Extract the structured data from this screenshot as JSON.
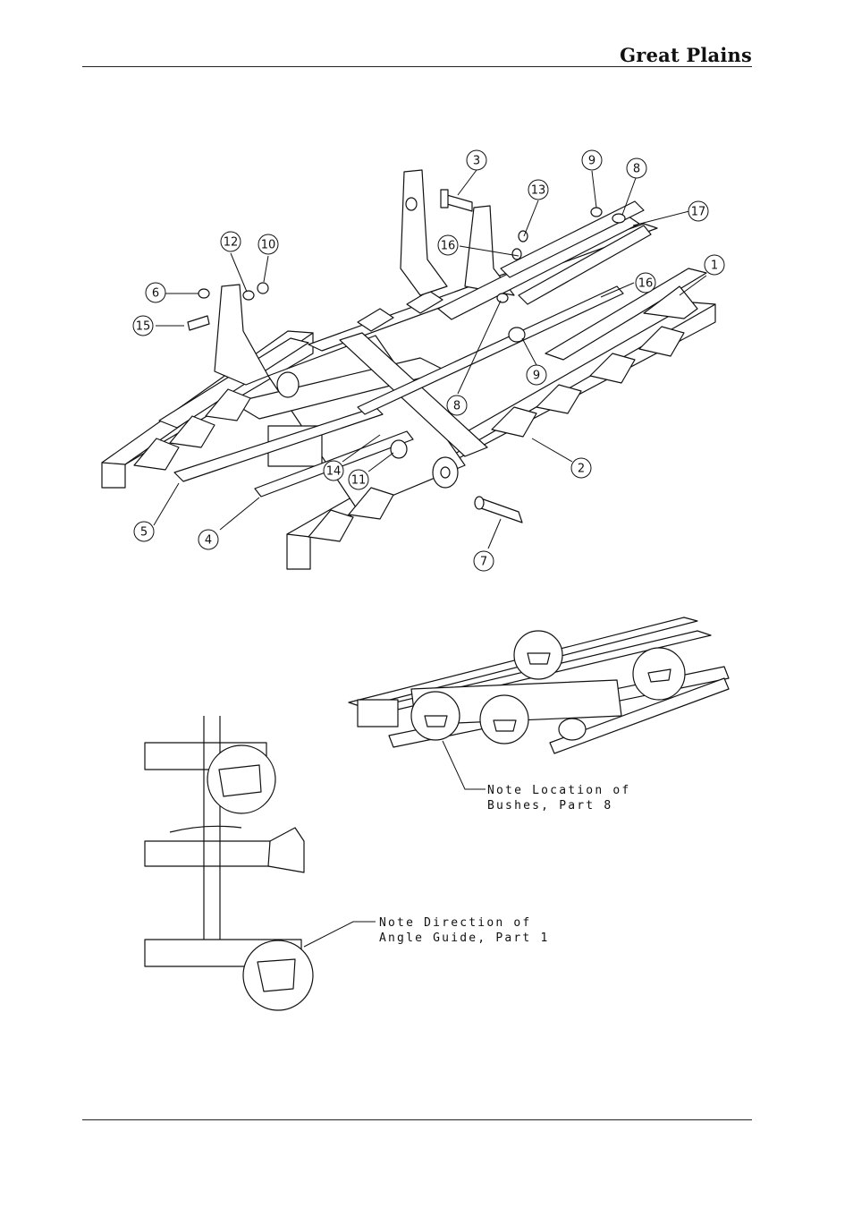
{
  "header": {
    "brand": "Great Plains"
  },
  "callouts": [
    {
      "id": "c1",
      "label": "1"
    },
    {
      "id": "c2",
      "label": "2"
    },
    {
      "id": "c3",
      "label": "3"
    },
    {
      "id": "c4",
      "label": "4"
    },
    {
      "id": "c5",
      "label": "5"
    },
    {
      "id": "c6",
      "label": "6"
    },
    {
      "id": "c7",
      "label": "7"
    },
    {
      "id": "c8a",
      "label": "8"
    },
    {
      "id": "c8b",
      "label": "8"
    },
    {
      "id": "c9a",
      "label": "9"
    },
    {
      "id": "c9b",
      "label": "9"
    },
    {
      "id": "c10",
      "label": "10"
    },
    {
      "id": "c11",
      "label": "11"
    },
    {
      "id": "c12",
      "label": "12"
    },
    {
      "id": "c13",
      "label": "13"
    },
    {
      "id": "c14",
      "label": "14"
    },
    {
      "id": "c15",
      "label": "15"
    },
    {
      "id": "c16a",
      "label": "16"
    },
    {
      "id": "c16b",
      "label": "16"
    },
    {
      "id": "c17",
      "label": "17"
    }
  ],
  "notes": {
    "bushes": {
      "line1": "Note Location of",
      "line2": "Bushes, Part 8"
    },
    "angle_guide": {
      "line1": "Note Direction of",
      "line2": "Angle Guide, Part 1"
    }
  }
}
